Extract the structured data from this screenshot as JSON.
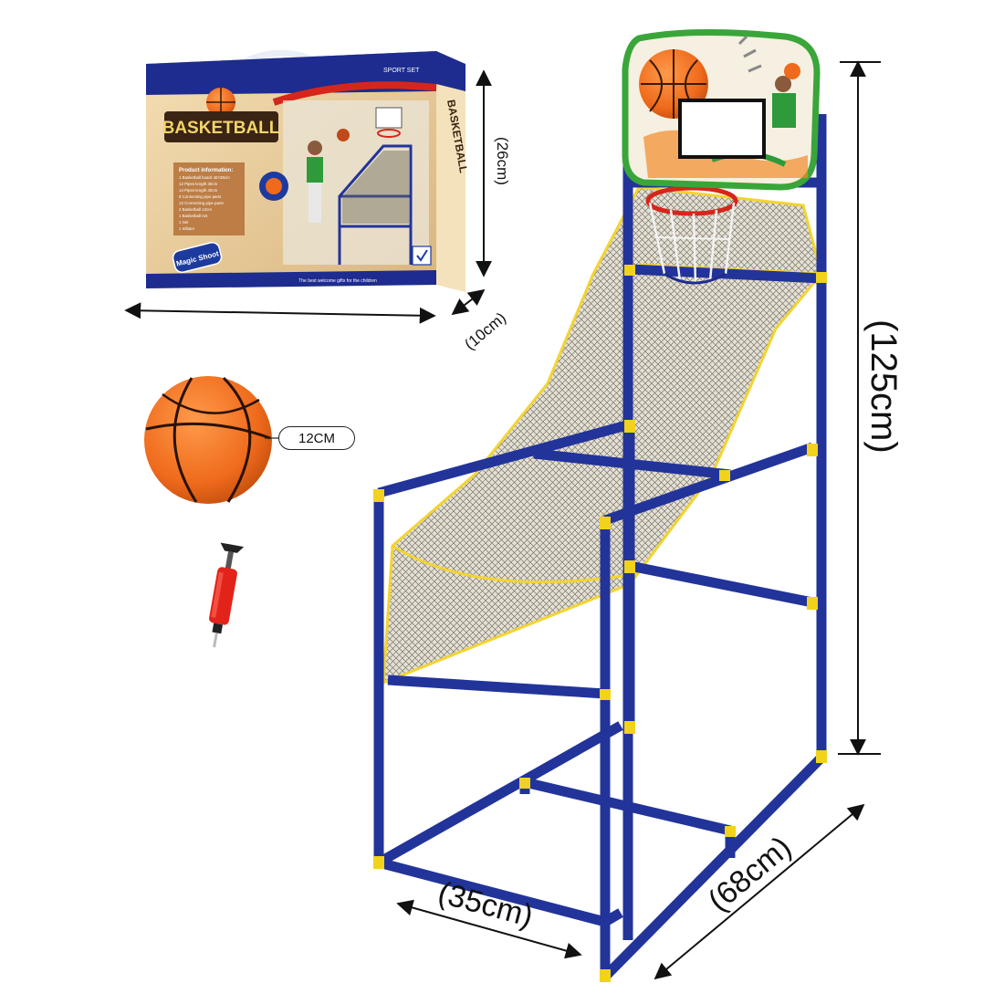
{
  "box": {
    "title": "BASKETBALL",
    "subtitle": "SPORT SET",
    "info_heading": "Product information:",
    "info_lines": [
      "1 Basketball board 40×35cm",
      "12 Pipes length 30cm",
      "14 Pipes length 40cm",
      "8 Connecting pipe parts",
      "12 Connecting pipe parts",
      "2 Basketball 12cm",
      "1 Basketball net",
      "1 Net",
      "1 Inflator"
    ],
    "badge": "Magic Shoot",
    "footer": "The best welcome gifts for the children",
    "side_text": "BASKETBALL"
  },
  "dimensions": {
    "box_height": "(26cm)",
    "box_depth": "(10cm)",
    "product_height": "(125cm)",
    "product_depth": "(68cm)",
    "product_width": "(35cm)"
  },
  "ball_size": "12CM",
  "colors": {
    "frame_blue": "#22349a",
    "joint_yellow": "#f2d21b",
    "ball_orange": "#ef6a1c",
    "net_edge_yellow": "#f3d430",
    "backboard_green": "#3aa63a",
    "pump_red": "#e2231a"
  }
}
